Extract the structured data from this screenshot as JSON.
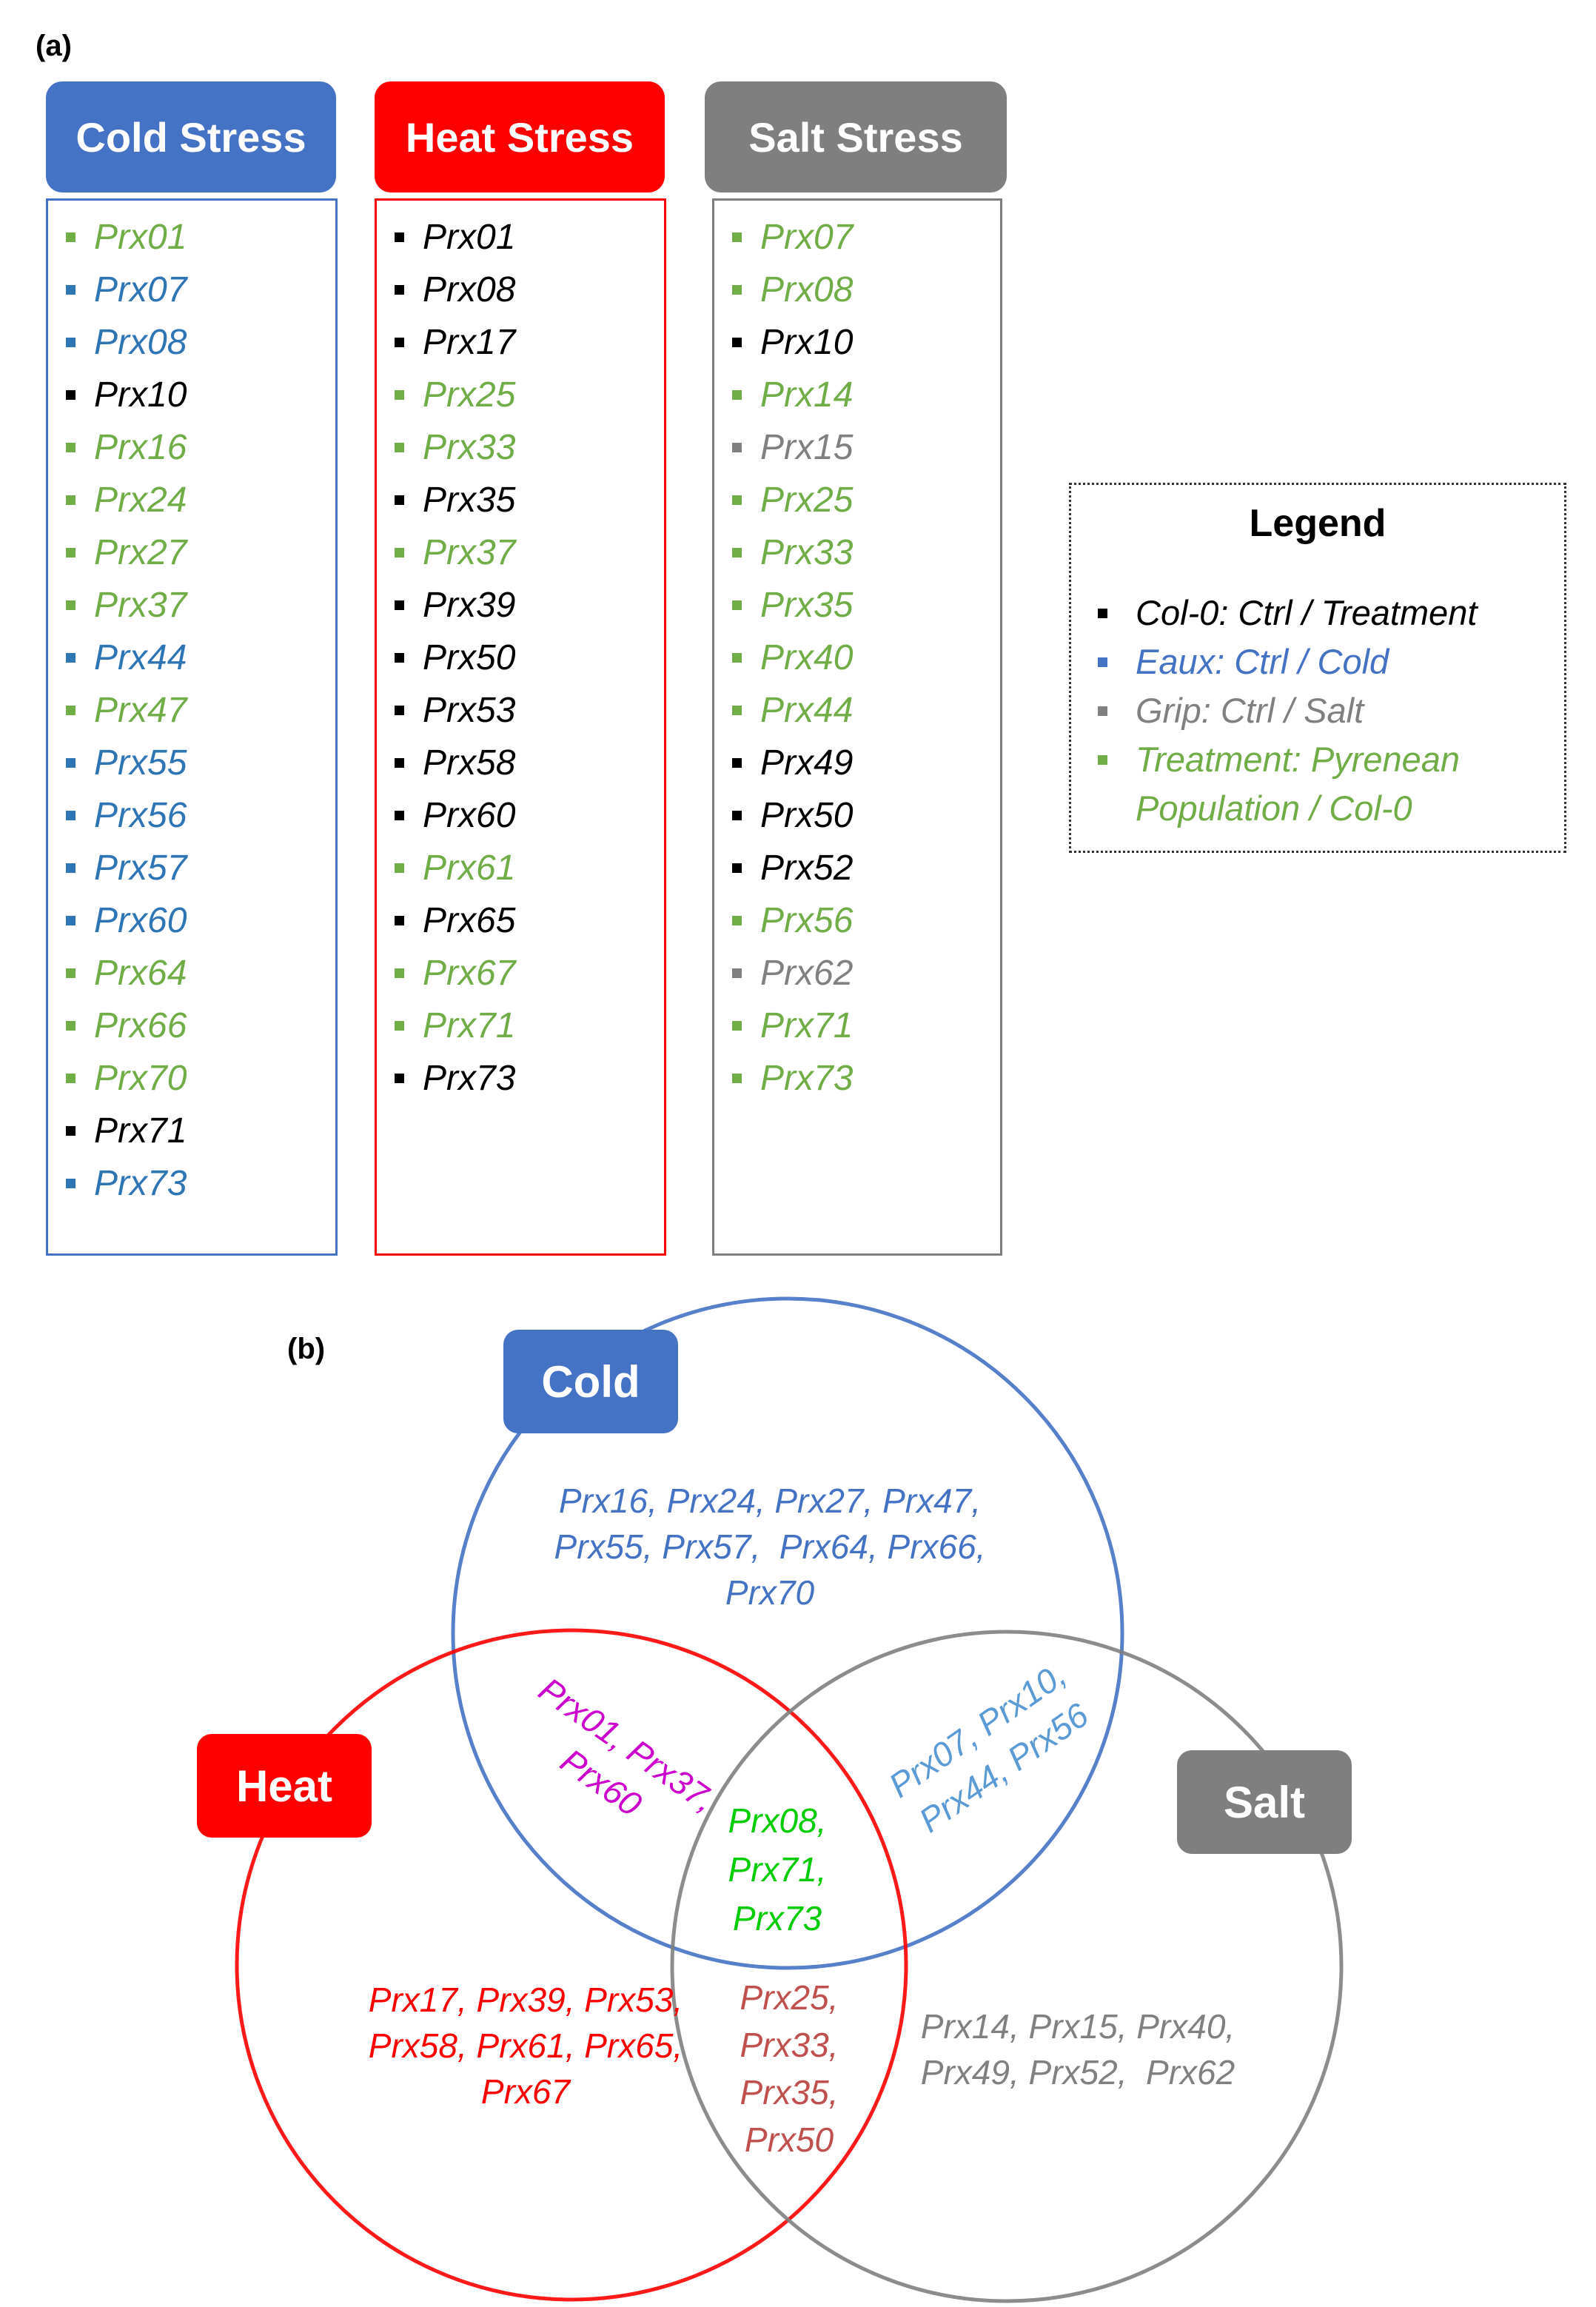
{
  "panel_a": {
    "label": "(a)",
    "columns": [
      {
        "title": "Cold Stress",
        "color": "#4472C4",
        "items": [
          {
            "text": "Prx01",
            "color": "#70AD47"
          },
          {
            "text": "Prx07",
            "color": "#2E75B6"
          },
          {
            "text": "Prx08",
            "color": "#2E75B6"
          },
          {
            "text": "Prx10",
            "color": "#000000"
          },
          {
            "text": "Prx16",
            "color": "#70AD47"
          },
          {
            "text": "Prx24",
            "color": "#70AD47"
          },
          {
            "text": "Prx27",
            "color": "#70AD47"
          },
          {
            "text": "Prx37",
            "color": "#70AD47"
          },
          {
            "text": "Prx44",
            "color": "#2E75B6"
          },
          {
            "text": "Prx47",
            "color": "#70AD47"
          },
          {
            "text": "Prx55",
            "color": "#2E75B6"
          },
          {
            "text": "Prx56",
            "color": "#2E75B6"
          },
          {
            "text": "Prx57",
            "color": "#2E75B6"
          },
          {
            "text": "Prx60",
            "color": "#2E75B6"
          },
          {
            "text": "Prx64",
            "color": "#70AD47"
          },
          {
            "text": "Prx66",
            "color": "#70AD47"
          },
          {
            "text": "Prx70",
            "color": "#70AD47"
          },
          {
            "text": "Prx71",
            "color": "#000000"
          },
          {
            "text": "Prx73",
            "color": "#2E75B6"
          }
        ]
      },
      {
        "title": "Heat Stress",
        "color": "#FF0000",
        "items": [
          {
            "text": "Prx01",
            "color": "#000000"
          },
          {
            "text": "Prx08",
            "color": "#000000"
          },
          {
            "text": "Prx17",
            "color": "#000000"
          },
          {
            "text": "Prx25",
            "color": "#70AD47"
          },
          {
            "text": "Prx33",
            "color": "#70AD47"
          },
          {
            "text": "Prx35",
            "color": "#000000"
          },
          {
            "text": "Prx37",
            "color": "#70AD47"
          },
          {
            "text": "Prx39",
            "color": "#000000"
          },
          {
            "text": "Prx50",
            "color": "#000000"
          },
          {
            "text": "Prx53",
            "color": "#000000"
          },
          {
            "text": "Prx58",
            "color": "#000000"
          },
          {
            "text": "Prx60",
            "color": "#000000"
          },
          {
            "text": "Prx61",
            "color": "#70AD47"
          },
          {
            "text": "Prx65",
            "color": "#000000"
          },
          {
            "text": "Prx67",
            "color": "#70AD47"
          },
          {
            "text": "Prx71",
            "color": "#70AD47"
          },
          {
            "text": "Prx73",
            "color": "#000000"
          }
        ]
      },
      {
        "title": "Salt Stress",
        "color": "#7F7F7F",
        "items": [
          {
            "text": "Prx07",
            "color": "#70AD47"
          },
          {
            "text": "Prx08",
            "color": "#70AD47"
          },
          {
            "text": "Prx10",
            "color": "#000000"
          },
          {
            "text": "Prx14",
            "color": "#70AD47"
          },
          {
            "text": "Prx15",
            "color": "#808080"
          },
          {
            "text": "Prx25",
            "color": "#70AD47"
          },
          {
            "text": "Prx33",
            "color": "#70AD47"
          },
          {
            "text": "Prx35",
            "color": "#70AD47"
          },
          {
            "text": "Prx40",
            "color": "#70AD47"
          },
          {
            "text": "Prx44",
            "color": "#70AD47"
          },
          {
            "text": "Prx49",
            "color": "#000000"
          },
          {
            "text": "Prx50",
            "color": "#000000"
          },
          {
            "text": "Prx52",
            "color": "#000000"
          },
          {
            "text": "Prx56",
            "color": "#70AD47"
          },
          {
            "text": "Prx62",
            "color": "#808080"
          },
          {
            "text": "Prx71",
            "color": "#70AD47"
          },
          {
            "text": "Prx73",
            "color": "#70AD47"
          }
        ]
      }
    ],
    "legend": {
      "title": "Legend",
      "items": [
        {
          "text": "Col-0: Ctrl / Treatment",
          "color": "#000000"
        },
        {
          "text": "Eaux: Ctrl / Cold",
          "color": "#4472C4"
        },
        {
          "text": "Grip: Ctrl / Salt",
          "color": "#808080"
        },
        {
          "text": "Treatment: Pyrenean Population / Col-0",
          "color": "#70AD47"
        }
      ]
    }
  },
  "panel_b": {
    "label": "(b)",
    "sets": {
      "cold": {
        "label": "Cold",
        "color": "#4472C4"
      },
      "heat": {
        "label": "Heat",
        "color": "#FF0000"
      },
      "salt": {
        "label": "Salt",
        "color": "#7F7F7F"
      }
    },
    "regions": {
      "cold_only": {
        "text": "Prx16, Prx24, Prx27, Prx47,\nPrx55, Prx57,  Prx64, Prx66,\nPrx70",
        "color": "#4472C4"
      },
      "cold_heat": {
        "text": "Prx01, Prx37,\nPrx60",
        "color": "#CC00CC"
      },
      "cold_salt": {
        "text": "Prx07, Prx10,\nPrx44, Prx56",
        "color": "#5B9BD5"
      },
      "all_three": {
        "text": "Prx08,\nPrx71,\nPrx73",
        "color": "#00CC00"
      },
      "heat_only": {
        "text": "Prx17, Prx39, Prx53,\nPrx58, Prx61, Prx65,\nPrx67",
        "color": "#FF0000"
      },
      "heat_salt": {
        "text": "Prx25,\nPrx33,\nPrx35,\nPrx50",
        "color": "#C0504D"
      },
      "salt_only": {
        "text": "Prx14, Prx15, Prx40,\nPrx49, Prx52,  Prx62",
        "color": "#808080"
      }
    }
  }
}
